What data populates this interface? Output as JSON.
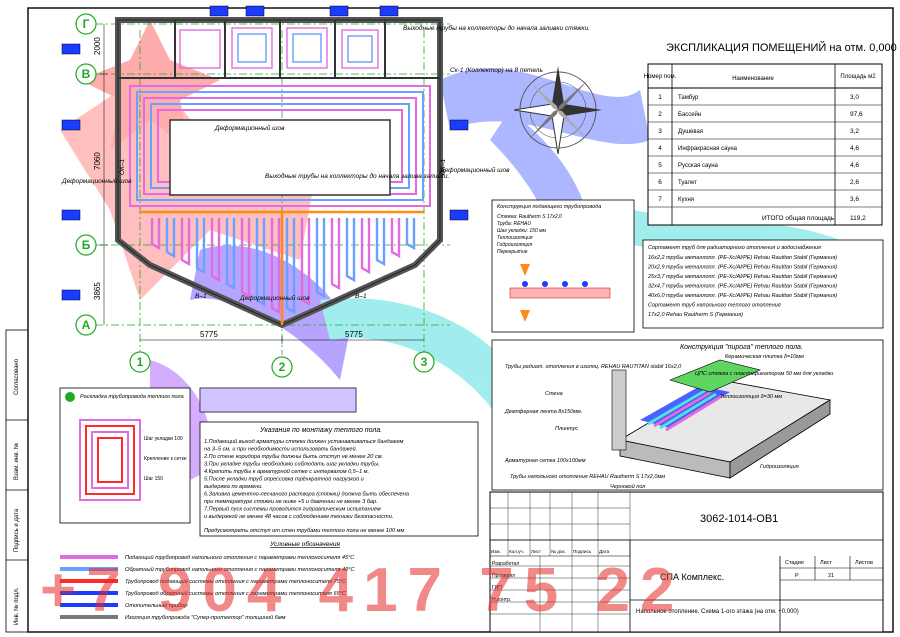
{
  "explication": {
    "title": "ЭКСПЛИКАЦИЯ ПОМЕЩЕНИЙ на отм. 0,000",
    "col_no": "Номер пом.",
    "col_name": "Наименование",
    "col_area": "Площадь м2",
    "rows": [
      {
        "no": "1",
        "name": "Тамбур",
        "area": "3,0"
      },
      {
        "no": "2",
        "name": "Бассейн",
        "area": "97,6"
      },
      {
        "no": "3",
        "name": "Душевая",
        "area": "3,2"
      },
      {
        "no": "4",
        "name": "Инфракрасная сауна",
        "area": "4,6"
      },
      {
        "no": "5",
        "name": "Русская сауна",
        "area": "4,6"
      },
      {
        "no": "6",
        "name": "Туалет",
        "area": "2,6"
      },
      {
        "no": "7",
        "name": "Кухня",
        "area": "3,6"
      }
    ],
    "total_label": "ИТОГО общая площадь",
    "total_value": "119,2"
  },
  "plan": {
    "axes_rows": [
      "Г",
      "В",
      "Б",
      "А"
    ],
    "axes_cols": [
      "1",
      "2",
      "3"
    ],
    "dims_left": [
      "2000",
      "7060",
      "3865"
    ],
    "dims_bottom": [
      "5775",
      "5775"
    ],
    "labels": {
      "deformation_1": "Деформационный шов",
      "deformation_2": "Деформационный шов",
      "deformation_left": "Деформационный шов",
      "deformation_right": "Деформационный шов",
      "note_1": "Выходные трубы на коллекторы до начала заливки стяжки.",
      "note_2": "Выходные трубы на коллекторы до начала залива заливки.",
      "note_3": "Ск-1 (Коллектор) на 8 петель",
      "section_b": "В–1",
      "section_b2": "В–1",
      "ok1": "ОК–1",
      "ok2": "ОК–1"
    }
  },
  "layers_box": {
    "title": "Конструкция подающего трубопровода",
    "lines": [
      "Стяжка: Rautherm S 17х2,0",
      "Труба: REHAU",
      "Шаг укладки: 150 мм",
      "Теплоизоляция",
      "Гидроизоляция",
      "Перекрытие"
    ]
  },
  "spec_box": {
    "title": "Сортамент труб для радиаторного отопления и водоснабжения",
    "lines": [
      "16х2,2 трубы металлопл. (PE-Xc/Al/PE) Rehau Rautitan Stabil (Германия)",
      "20х2,9 трубы металлопл. (PE-Xc/Al/PE) Rehau Rautitan Stabil (Германия)",
      "25х3,7 трубы металлопл. (PE-Xc/Al/PE) Rehau Rautitan Stabil (Германия)",
      "32х4,7 трубы металлопл. (PE-Xc/Al/PE) Rehau Rautitan Stabil (Германия)",
      "40х6,0 трубы металлопл. (PE-Xc/Al/PE) Rehau Rautitan Stabil (Германия)",
      "Сортамент труб напольного теплого отопления",
      "17х2,0 Rehau Rautherm S (Германия)"
    ]
  },
  "construction": {
    "title": "Конструкция \"пирога\" теплого пола.",
    "labels": [
      "Трубы радиат. отопления в изоляц. REHAU RAUTITAN stabil 16х2,0",
      "Стена",
      "Демпферная лента 8х150мм.",
      "Плинтус",
      "Арматурная сетка 100х100мм",
      "Трубы напольного отопления REHAU Rautherm S 17х2,0мм",
      "Керамическая плитка δ=10мм",
      "ЦПС стяжка с пластификатором 50 мм для укладки",
      "Теплоизоляция δ=30 мм",
      "Гидроизоляция",
      "Черновой пол"
    ]
  },
  "notes": {
    "title": "Указания по монтажу теплого пола.",
    "lines": [
      "1.Подающий выход арматуры стяжки должен устанавливаться бандажем",
      "на 3–5 см, и при необходимости использовать бандажей.",
      "2.По стене коридора трубы должны быть отступ не менее 20 см.",
      "3.При укладке трубы необходимо соблюдать шаг укладки трубы.",
      "4.Крепить трубы к арматурной сетке с интервалом 0,5–1 м.",
      "5.После укладки труб опрессовка трёхкратной нагрузкой и",
      "выдержка по времени.",
      "6.Заливка цементно-песчаного раствора (стяжки) должна быть обеспечена",
      "при температуре стяжки не ниже +5 и давлении не менее 3 бар.",
      "7.Первый пуск системы проводится гидравлическим испытанием",
      "и выдержкой не менее 48 часов с соблюдением техники безопасности."
    ],
    "footer": "Предусмотреть отступ от стен трубами теплого пола не менее 100 мм"
  },
  "detail": {
    "title": "Раскладка трубопровода теплого пола",
    "lines": [
      "Шаг укладки 100",
      "Крепление к сетке",
      "Шаг 150"
    ]
  },
  "legend": {
    "title": "Условные обозначения",
    "items": [
      {
        "color": "#e06ce0",
        "text": "Подающий трубопровод напольного отопления с параметрами теплоносителя 45°C"
      },
      {
        "color": "#6aa0ff",
        "text": "Обратный трубопровод напольного отопления с параметрами теплоносителя 40°C"
      },
      {
        "color": "#ff2a2a",
        "text": "Трубопровод подающий системы отопления с параметрами теплоносителя 75°C"
      },
      {
        "color": "#1a3cff",
        "text": "Трубопровод обратный системы отопления с параметрами теплоносителя 65°C"
      },
      {
        "color": "#1a3cff",
        "text": "Отопительный прибор"
      },
      {
        "color": "#7a7a7a",
        "text": "Изоляция трубопровода \"Супер-протектор\" толщиной 6мм"
      }
    ]
  },
  "title_block": {
    "code": "3062-1014-ОВ1",
    "org": "СПА Комплекс.",
    "sheet_title": "Напольное отопление. Схема 1-ого этажа (на отм. +0,000)",
    "col_stage": "Стадия",
    "col_sheet": "Лист",
    "col_sheets": "Листов",
    "stage": "Р",
    "sheet": "21",
    "sheets": "",
    "header_cells": [
      "Изм.",
      "Кол.уч.",
      "Лист",
      "№ док.",
      "Подпись",
      "Дата"
    ],
    "roles": [
      "Разработал",
      "Проверил",
      "ГИП",
      "Н.контр."
    ],
    "vertical_labels": [
      "Согласовано",
      "Взам. инв. №",
      "Подпись и дата",
      "Инв. № подл."
    ]
  },
  "watermark": "+7 904 417 75 22"
}
